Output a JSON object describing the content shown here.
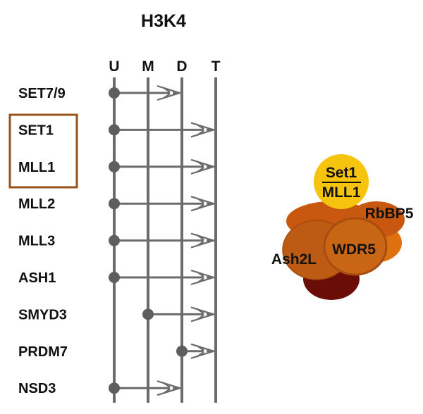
{
  "title": "H3K4",
  "columns": [
    "U",
    "M",
    "D",
    "T"
  ],
  "enzymes": [
    {
      "name": "SET7/9",
      "start": "U",
      "end": "D"
    },
    {
      "name": "SET1",
      "start": "U",
      "end": "T"
    },
    {
      "name": "MLL1",
      "start": "U",
      "end": "T"
    },
    {
      "name": "MLL2",
      "start": "U",
      "end": "T"
    },
    {
      "name": "MLL3",
      "start": "U",
      "end": "T"
    },
    {
      "name": "ASH1",
      "start": "U",
      "end": "T"
    },
    {
      "name": "SMYD3",
      "start": "M",
      "end": "T"
    },
    {
      "name": "PRDM7",
      "start": "D",
      "end": "T"
    },
    {
      "name": "NSD3",
      "start": "U",
      "end": "D"
    }
  ],
  "highlighted": [
    "SET1",
    "MLL1"
  ],
  "complex": {
    "catalytic_top": "Set1",
    "catalytic_bottom": "MLL1",
    "rbbp5": "RbBP5",
    "ash2l": "Ash2L",
    "wdr5": "WDR5"
  },
  "colors": {
    "line": "#6b6b6b",
    "dot": "#5e5e5e",
    "highlight_box": "#9a5218",
    "set1_mll1": "#f6c40f",
    "rbbp5": "#c85710",
    "rbbp5_right": "#df7010",
    "ash2l": "#bd5a14",
    "wdr5": "#c96616",
    "bottom_lobe": "#6a0c08"
  }
}
